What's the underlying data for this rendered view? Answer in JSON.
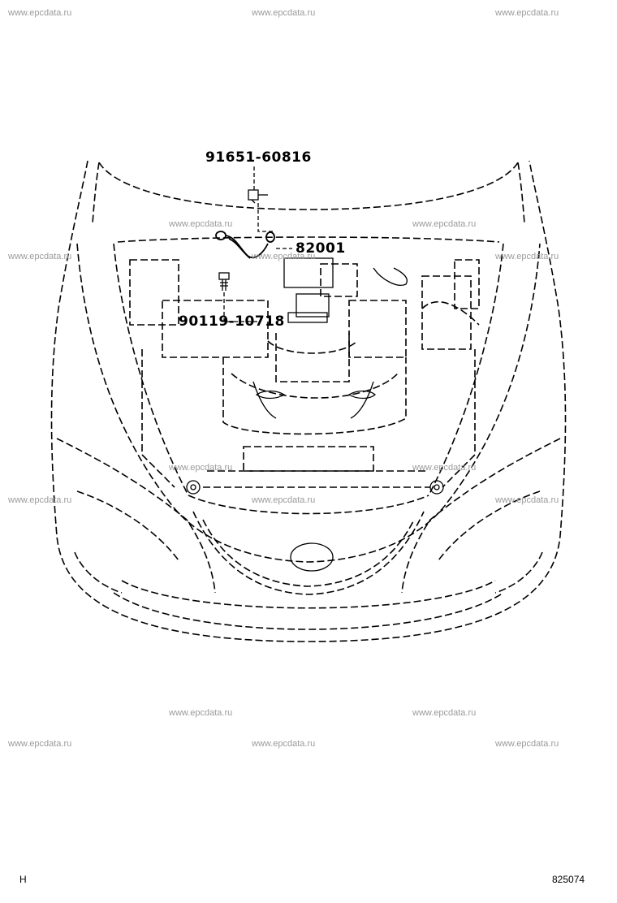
{
  "watermark_text": "www.epcdata.ru",
  "callouts": {
    "bolt_upper": "91651-60816",
    "ground_cable": "82001",
    "bolt_lower": "90119-10718"
  },
  "corner": {
    "left_code": "H",
    "right_code": "825074"
  }
}
